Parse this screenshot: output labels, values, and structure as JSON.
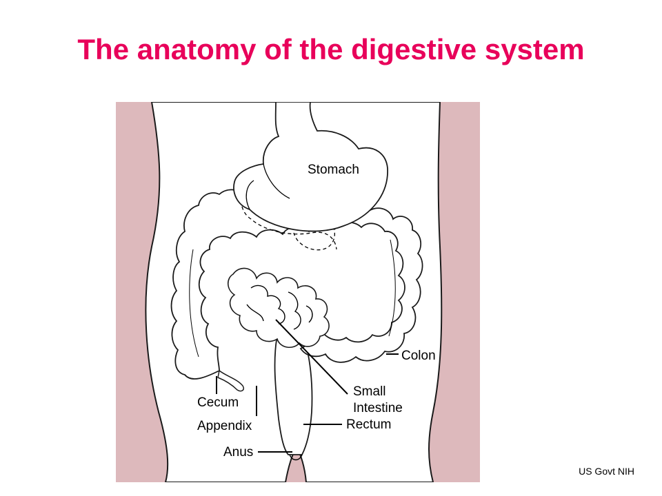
{
  "title": "The anatomy of the digestive system",
  "credit": "US Govt NIH",
  "colors": {
    "title": "#e8005a",
    "skin": "#ddb9bc",
    "outline": "#1a1a1a",
    "organ_fill": "#ffffff"
  },
  "labels": {
    "stomach": "Stomach",
    "colon": "Colon",
    "small_intestine_line1": "Small",
    "small_intestine_line2": "Intestine",
    "cecum": "Cecum",
    "appendix": "Appendix",
    "rectum": "Rectum",
    "anus": "Anus"
  }
}
